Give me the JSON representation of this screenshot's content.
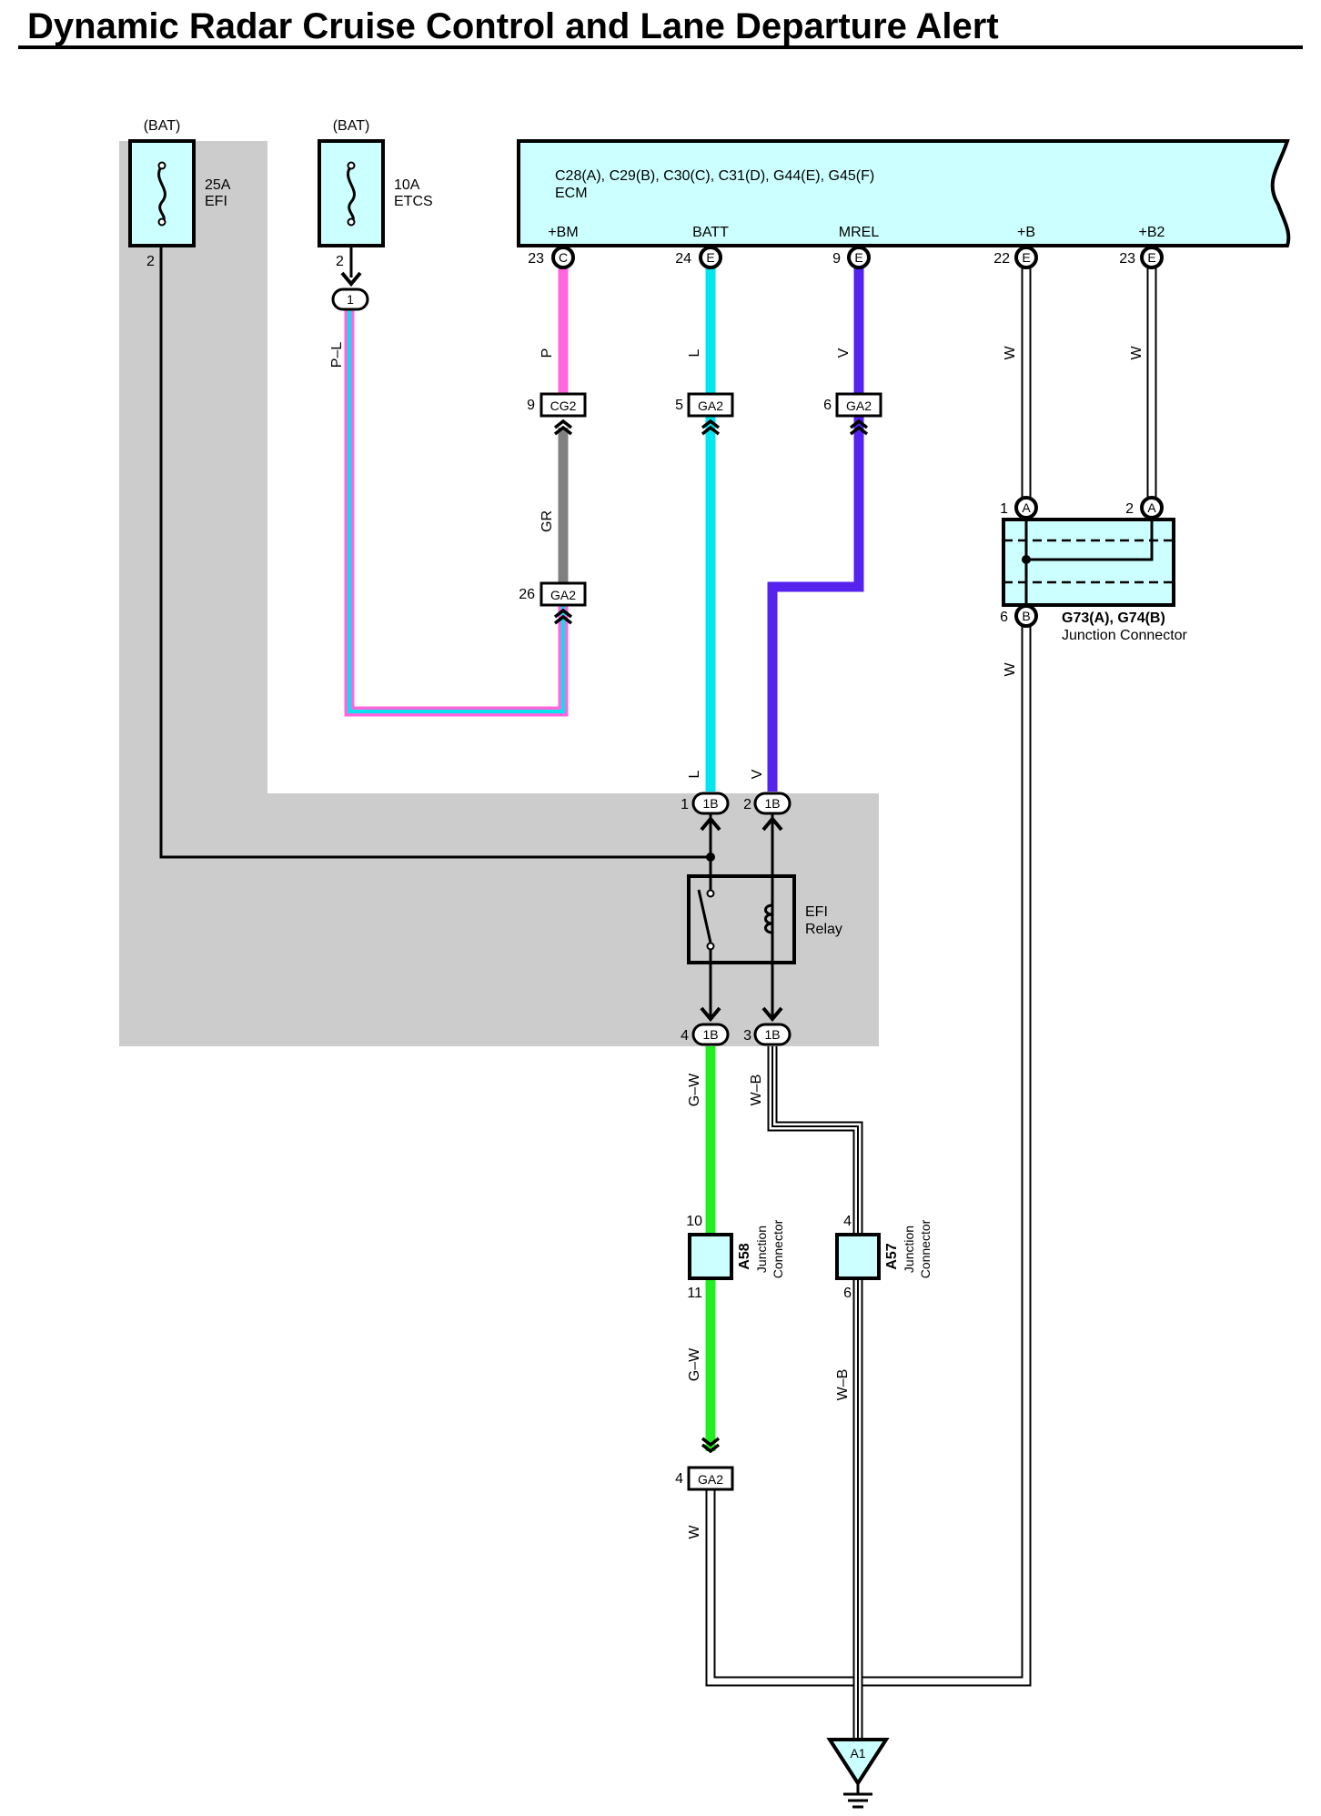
{
  "title": "Dynamic Radar Cruise Control and Lane Departure Alert",
  "colors": {
    "ecm_fill": "#ccffff",
    "relay_area": "#cccccc",
    "wire_pink": "#ff66dd",
    "wire_cyan": "#00e5ee",
    "wire_violet": "#5522ee",
    "wire_gray": "#808080",
    "wire_green": "#22ee22",
    "wire_white": "#ffffff",
    "wire_black": "#000000"
  },
  "fuses": [
    {
      "source": "(BAT)",
      "rating": "25A",
      "name": "EFI",
      "pin": "2"
    },
    {
      "source": "(BAT)",
      "rating": "10A",
      "name": "ETCS",
      "pin": "2"
    }
  ],
  "ecm": {
    "connectors": "C28(A), C29(B), C30(C), C31(D), G44(E), G45(F)",
    "name": "ECM",
    "terminals": [
      {
        "name": "+BM",
        "pin": "23",
        "conn": "C"
      },
      {
        "name": "BATT",
        "pin": "24",
        "conn": "E"
      },
      {
        "name": "MREL",
        "pin": "9",
        "conn": "E"
      },
      {
        "name": "+B",
        "pin": "22",
        "conn": "E"
      },
      {
        "name": "+B2",
        "pin": "23",
        "conn": "E"
      }
    ]
  },
  "wires": {
    "pl": "P–L",
    "p": "P",
    "l_top": "L",
    "v_top": "V",
    "w1": "W",
    "w2": "W",
    "gr": "GR",
    "l_bot": "L",
    "v_bot": "V",
    "w3": "W",
    "gw1": "G–W",
    "wb1": "W–B",
    "gw2": "G–W",
    "wb2": "W–B",
    "w4": "W"
  },
  "inline": {
    "conn1_pin": "1",
    "cg2_pin": "9",
    "cg2": "CG2",
    "ga2a_pin": "5",
    "ga2a": "GA2",
    "ga2b_pin": "6",
    "ga2b": "GA2",
    "ga2c_pin": "26",
    "ga2c": "GA2",
    "ga2d_pin": "4",
    "ga2d": "GA2"
  },
  "junction_g73": {
    "pin1": "1",
    "pin1_conn": "A",
    "pin2": "2",
    "pin2_conn": "A",
    "pin6": "6",
    "pin6_conn": "B",
    "name": "G73(A), G74(B)",
    "desc": "Junction Connector"
  },
  "relay": {
    "name1": "EFI",
    "name2": "Relay",
    "conn": "1B",
    "pins": [
      "1",
      "2",
      "4",
      "3"
    ]
  },
  "junction_a58": {
    "code": "A58",
    "desc1": "Junction",
    "desc2": "Connector",
    "pin_top": "10",
    "pin_bot": "11"
  },
  "junction_a57": {
    "code": "A57",
    "desc1": "Junction",
    "desc2": "Connector",
    "pin_top": "4",
    "pin_bot": "6"
  },
  "ground": {
    "label": "A1"
  }
}
